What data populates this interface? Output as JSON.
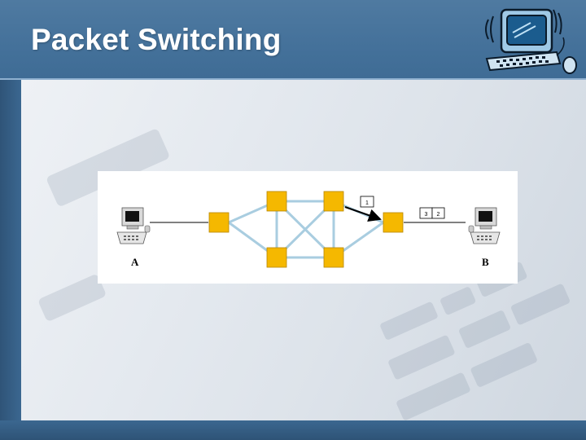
{
  "slide": {
    "title": "Packet Switching"
  },
  "diagram": {
    "host_a_label": "A",
    "host_b_label": "B",
    "packet_in_transit": "1",
    "packets_delivered": [
      "3",
      "2"
    ]
  },
  "colors": {
    "title_bar": "#44719a",
    "switch_node": "#f5b800",
    "link": "#a9cde0",
    "text": "#ffffff"
  },
  "icons": [
    "computer-clipart-icon",
    "computer-icon",
    "computer-icon"
  ]
}
